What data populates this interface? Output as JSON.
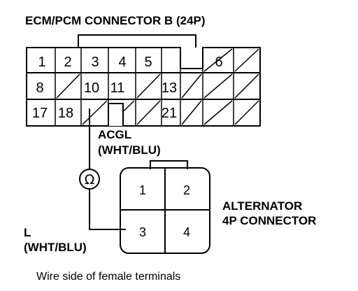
{
  "ecm_connector": {
    "title": "ECM/PCM CONNECTOR B (24P)",
    "pins": [
      {
        "cell": "1",
        "label": "1"
      },
      {
        "cell": "2",
        "label": "2"
      },
      {
        "cell": "3",
        "label": "3"
      },
      {
        "cell": "4",
        "label": "4"
      },
      {
        "cell": "5",
        "label": "5"
      },
      {
        "cell": "6",
        "label": "6"
      },
      {
        "cell": "8",
        "label": "8"
      },
      {
        "cell": "10",
        "label": "10"
      },
      {
        "cell": "11",
        "label": "11"
      },
      {
        "cell": "13",
        "label": "13"
      },
      {
        "cell": "17",
        "label": "17"
      },
      {
        "cell": "18",
        "label": "18"
      },
      {
        "cell": "21",
        "label": "21"
      }
    ]
  },
  "wire_top": {
    "name": "ACGL",
    "color": "(WHT/BLU)"
  },
  "meter": {
    "symbol": "Ω"
  },
  "wire_bottom": {
    "name": "L",
    "color": "(WHT/BLU)"
  },
  "alternator_connector": {
    "title_line1": "ALTERNATOR",
    "title_line2": "4P CONNECTOR",
    "pins": [
      "1",
      "2",
      "3",
      "4"
    ]
  },
  "caption": "Wire side of female terminals"
}
